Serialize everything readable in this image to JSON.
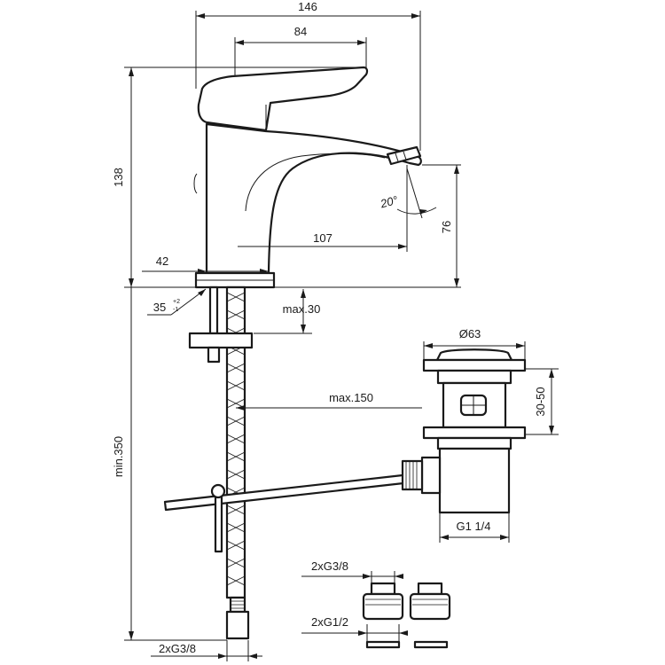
{
  "dimensions": {
    "overall_width": "146",
    "lever_length": "84",
    "overall_height": "138",
    "spout_reach": "107",
    "spout_height": "76",
    "base_width": "42",
    "hole_diameter_main": "35",
    "hole_tol_plus": "+2",
    "hole_tol_minus": "-1",
    "deck_thickness": "max.30",
    "pull_rod": "max.150",
    "hose_length": "min.350",
    "waste_diameter": "Ø63",
    "waste_height": "30-50",
    "waste_thread": "G1 1/4",
    "spout_angle": "20°"
  },
  "connectors": {
    "hose_thread_bottom": "2xG3/8",
    "adapter_top": "2xG3/8",
    "adapter_bottom": "2xG1/2"
  }
}
